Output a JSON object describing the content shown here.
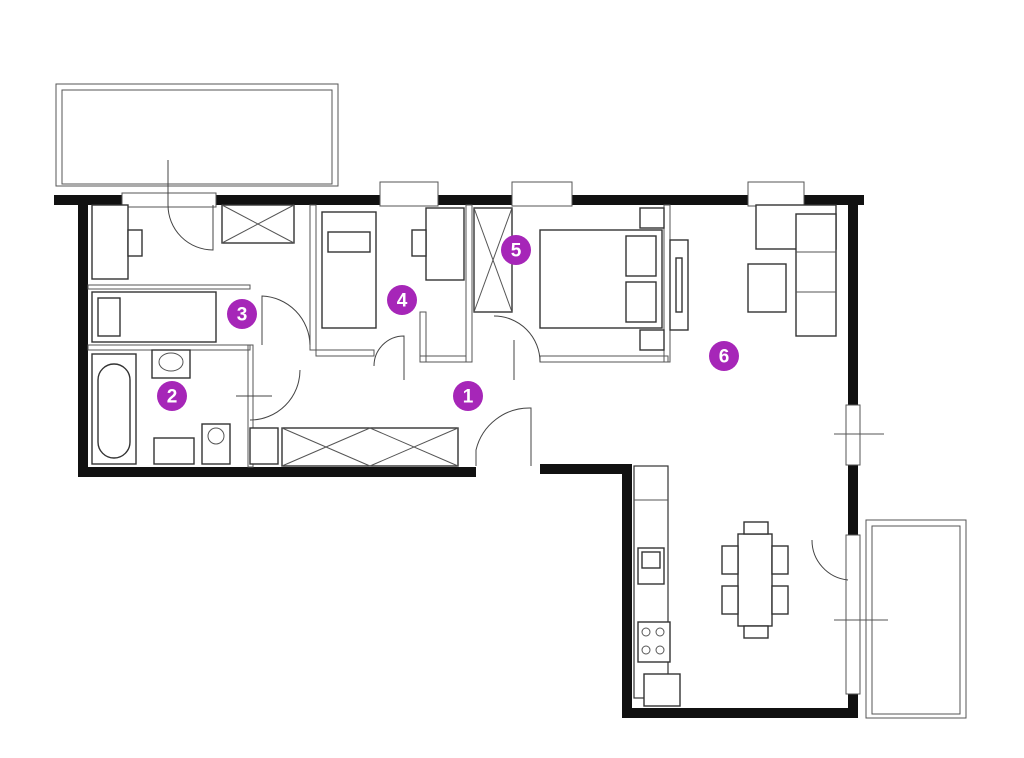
{
  "rooms": [
    {
      "number": "1",
      "color": "#a626b8"
    },
    {
      "number": "2",
      "color": "#a626b8"
    },
    {
      "number": "3",
      "color": "#a626b8"
    },
    {
      "number": "4",
      "color": "#a626b8"
    },
    {
      "number": "5",
      "color": "#a626b8"
    },
    {
      "number": "6",
      "color": "#a626b8"
    }
  ],
  "colors": {
    "walls": "#111111",
    "lines": "#555555",
    "background": "#ffffff"
  }
}
